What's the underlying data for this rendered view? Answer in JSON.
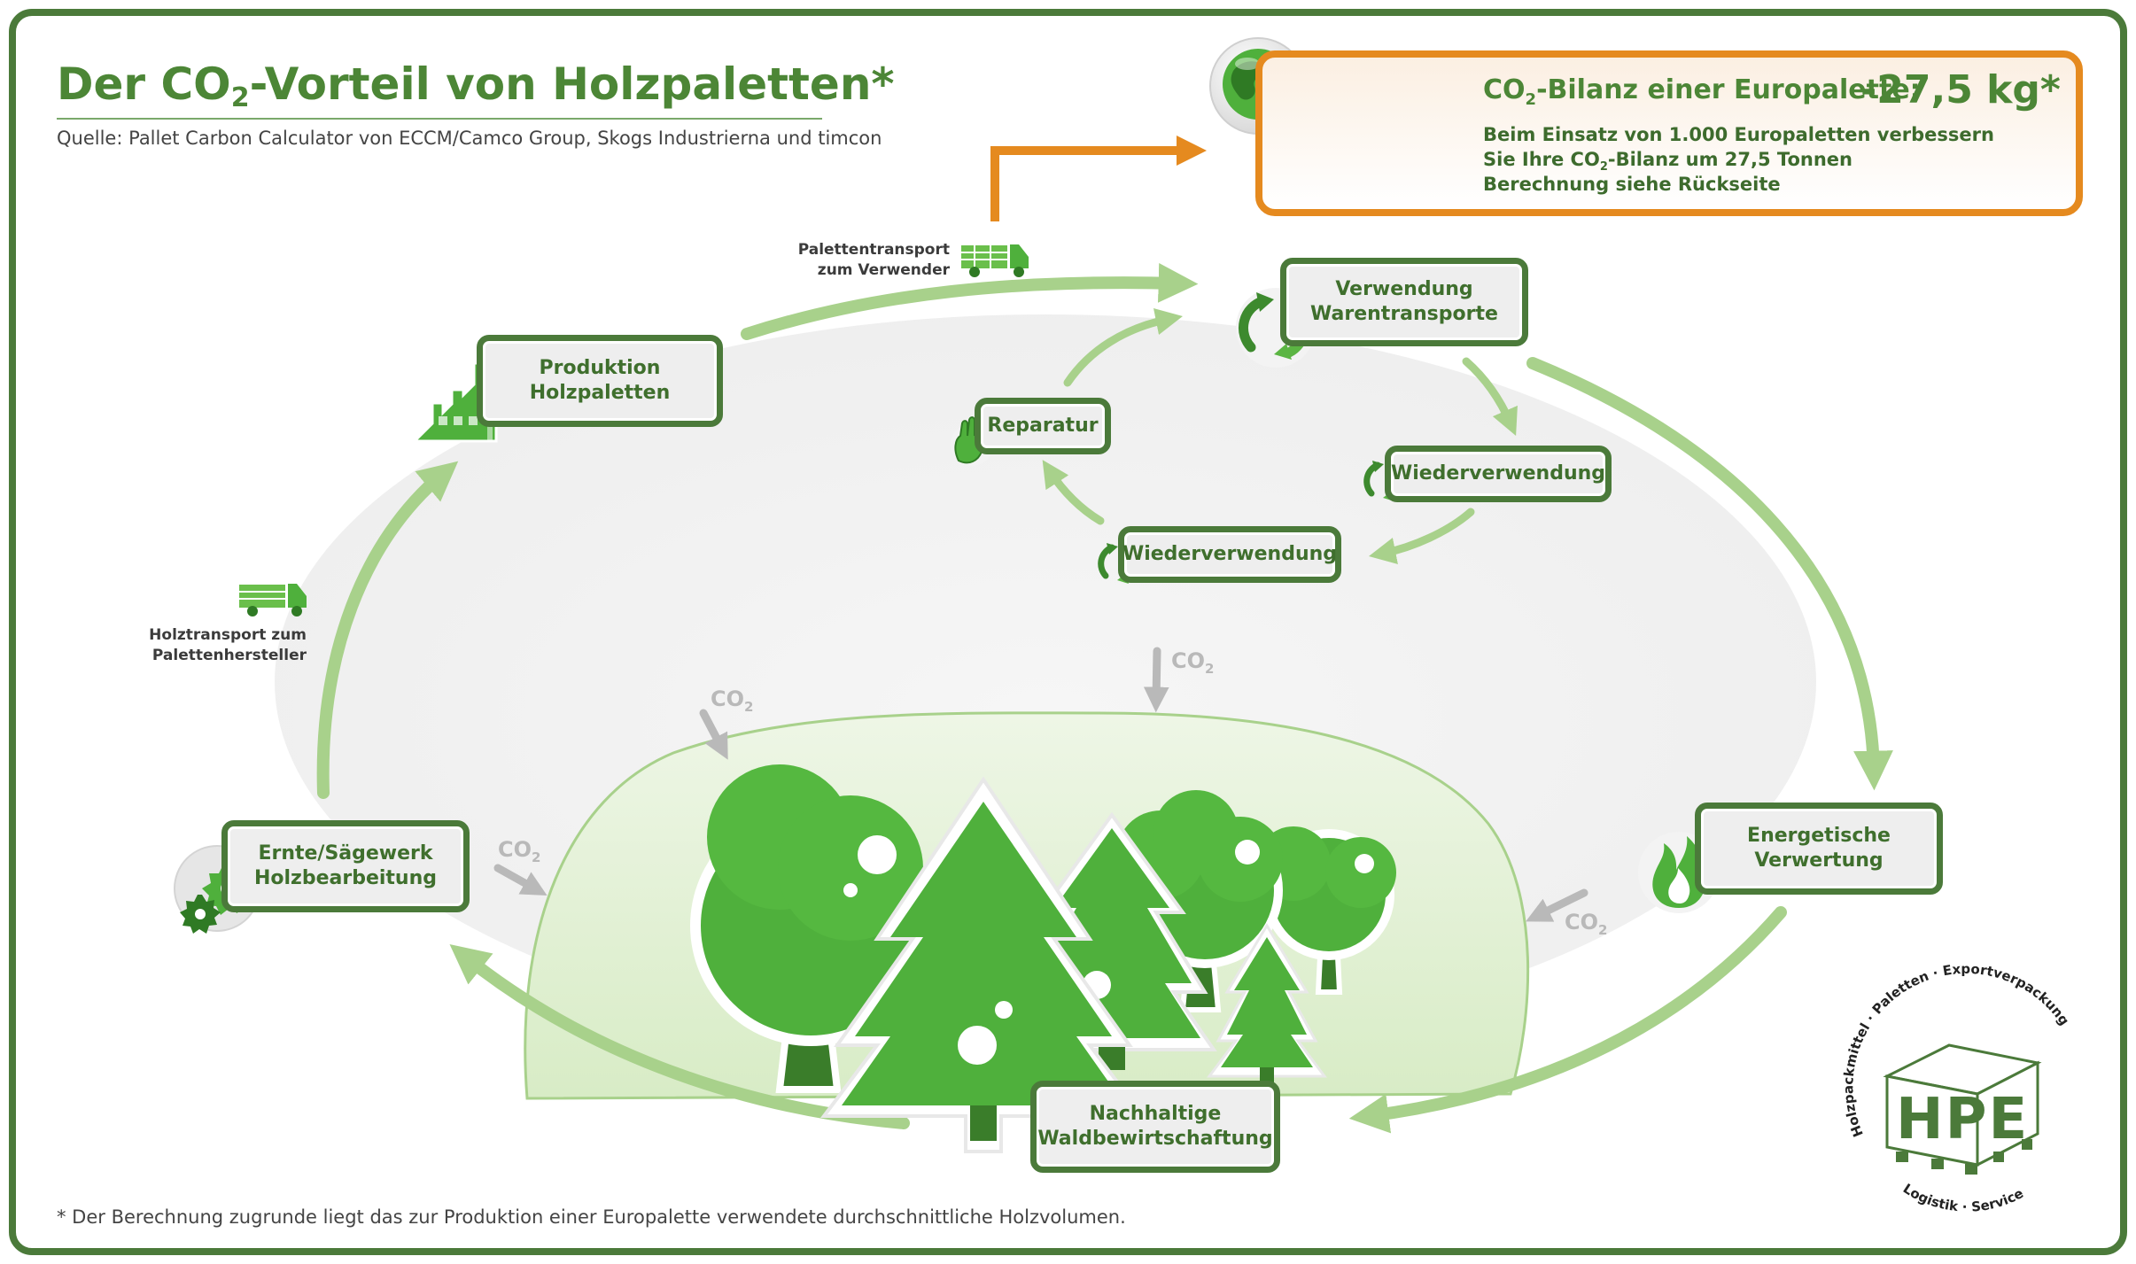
{
  "header": {
    "title_part1": "Der CO",
    "title_sub": "2",
    "title_part2": "-Vorteil von Holzpaletten*",
    "source": "Quelle: Pallet Carbon Calculator von ECCM/Camco Group, Skogs Industrierna und timcon"
  },
  "result": {
    "heading_part1": "CO",
    "heading_sub": "2",
    "heading_part2": "-Bilanz einer Europalette:",
    "value": "-27,5 kg*",
    "line1": "Beim Einsatz von 1.000 Europaletten verbessern",
    "line2_part1": "Sie Ihre CO",
    "line2_sub": "2",
    "line2_part2": "-Bilanz um 27,5 Tonnen",
    "line3": "Berechnung siehe Rückseite"
  },
  "stages": {
    "produktion": {
      "line1": "Produktion",
      "line2": "Holzpaletten"
    },
    "verwendung": {
      "line1": "Verwendung",
      "line2": "Warentransporte"
    },
    "reparatur": {
      "line1": "Reparatur"
    },
    "wiederverwendung_1": {
      "line1": "Wiederverwendung"
    },
    "wiederverwendung_2": {
      "line1": "Wiederverwendung"
    },
    "energetische": {
      "line1": "Energetische",
      "line2": "Verwertung"
    },
    "ernte": {
      "line1": "Ernte/Sägewerk",
      "line2": "Holzbearbeitung"
    },
    "wald": {
      "line1": "Nachhaltige",
      "line2": "Waldbewirtschaftung"
    }
  },
  "transport": {
    "paletten_line1": "Palettentransport",
    "paletten_line2": "zum Verwender",
    "holz_line1": "Holztransport zum",
    "holz_line2": "Palettenhersteller"
  },
  "co2": {
    "label": "CO",
    "sub": "2"
  },
  "footnote": "* Der Berechnung zugrunde liegt das zur Produktion einer Europalette verwendete durchschnittliche Holzvolumen.",
  "logo": {
    "letters": "HPE",
    "ring_top": "Holzpackmittel · Paletten · Exportverpackung",
    "ring_bottom": "Logistik · Service"
  },
  "colors": {
    "dark_green": "#4b7a3a",
    "text_green": "#4c8636",
    "light_green": "#a8d18b",
    "orange": "#e58a1f",
    "co2_gray": "#b9b9b9"
  },
  "icons": [
    "globe-icon",
    "pallet-icon",
    "factory-icon",
    "truck-icon",
    "recycle-icon",
    "hand-icon",
    "fire-icon",
    "saw-blade-icon",
    "tree-icon"
  ]
}
